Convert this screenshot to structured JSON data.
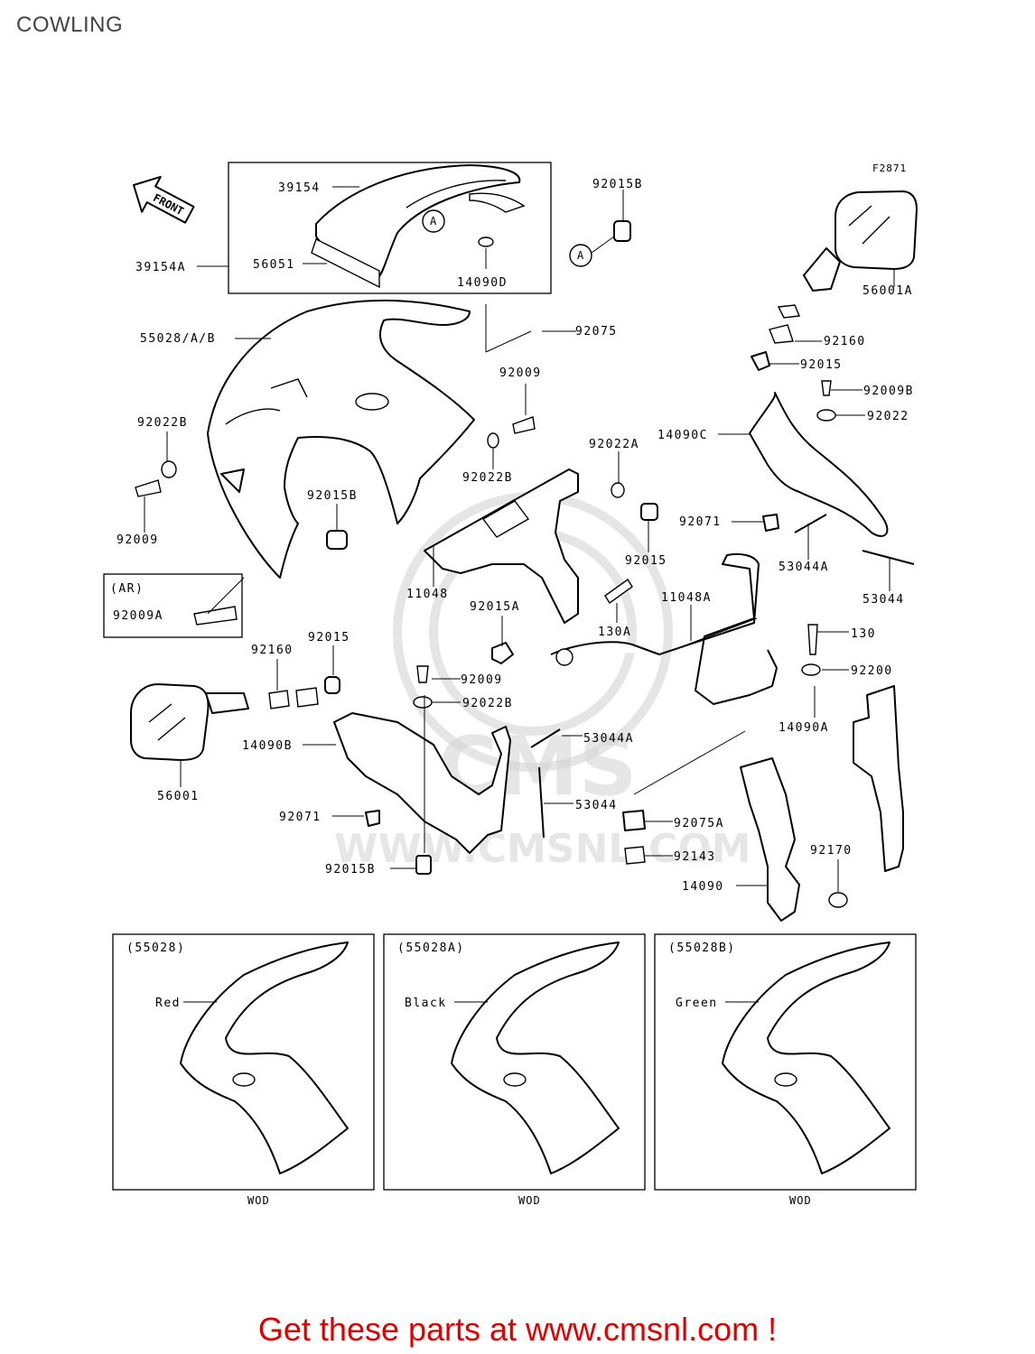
{
  "page_title": "COWLING",
  "figure_code": "F2871",
  "front_label": "FRONT",
  "callouts": {
    "39154": "39154",
    "39154A": "39154A",
    "56051": "56051",
    "14090D": "14090D",
    "92015B_top": "92015B",
    "56001A": "56001A",
    "92075": "92075",
    "55028AB": "55028/A/B",
    "92160_r": "92160",
    "92015_r": "92015",
    "92009B": "92009B",
    "92022_r": "92022",
    "92009_c": "92009",
    "14090C": "14090C",
    "92022B_l": "92022B",
    "92022B_c": "92022B",
    "92022A": "92022A",
    "92009_l": "92009",
    "92015B_l": "92015B",
    "92071_r": "92071",
    "53044A_r": "53044A",
    "53044_r": "53044",
    "92015_c": "92015",
    "11048": "11048",
    "92015A": "92015A",
    "130A": "130A",
    "11048A": "11048A",
    "AR": "(AR)",
    "92009A": "92009A",
    "130": "130",
    "92160_l": "92160",
    "92015_l": "92015",
    "92009_m": "92009",
    "92200": "92200",
    "92022B_m": "92022B",
    "14090A": "14090A",
    "14090B": "14090B",
    "53044A_m": "53044A",
    "56001": "56001",
    "53044_m": "53044",
    "92071_l": "92071",
    "92075A": "92075A",
    "92143": "92143",
    "92170": "92170",
    "92015B_b": "92015B",
    "14090": "14090",
    "marker_A": "A"
  },
  "variants": [
    {
      "code": "(55028)",
      "color": "Red",
      "note": "WOD"
    },
    {
      "code": "(55028A)",
      "color": "Black",
      "note": "WOD"
    },
    {
      "code": "(55028B)",
      "color": "Green",
      "note": "WOD"
    }
  ],
  "watermark": {
    "brand": "CMS",
    "url": "WWW.CMSNL.COM"
  },
  "footer": "Get these parts at www.cmsnl.com !",
  "colors": {
    "footer": "#e00000",
    "line": "#000000",
    "watermark": "#d0d0d0"
  }
}
